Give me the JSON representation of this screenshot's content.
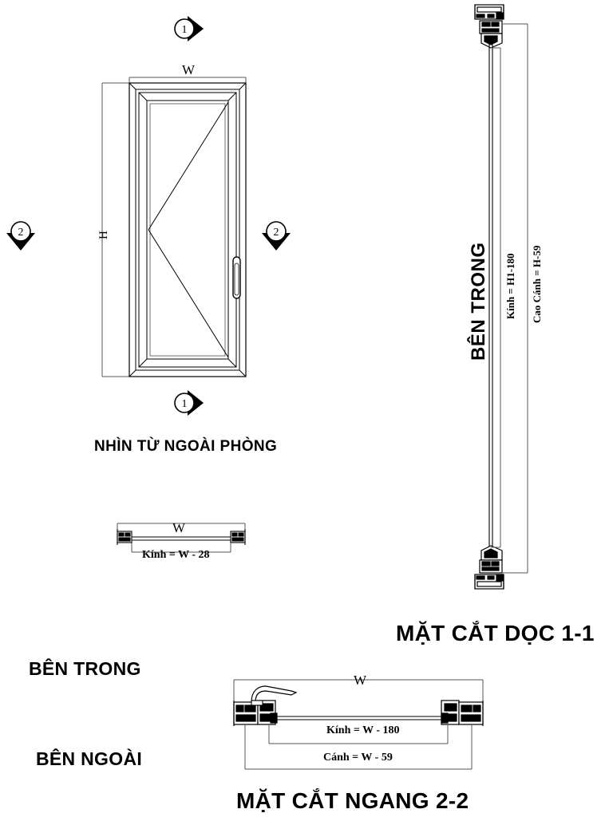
{
  "drawing": {
    "type": "aluminium-casement-window-shop-drawing",
    "line_color": "#000000",
    "background": "#ffffff"
  },
  "elevation": {
    "caption": "NHÌN TỪ NGOÀI PHÒNG",
    "width_label": "W",
    "height_label": "H",
    "handle": "vertical-pull-handle",
    "opening": "left-hinged-casement"
  },
  "markers": {
    "top": {
      "number": "1",
      "direction": "right"
    },
    "bottom": {
      "number": "1",
      "direction": "right"
    },
    "left": {
      "number": "2",
      "direction": "down"
    },
    "right": {
      "number": "2",
      "direction": "down"
    }
  },
  "detail_top": {
    "width_label": "W",
    "glass_label": "Kính = W - 28"
  },
  "section_vertical": {
    "title": "MẶT CẮT DỌC 1-1",
    "inside_label": "BÊN TRONG",
    "glass_label": "Kính = H1-180",
    "sash_label": "Cao Cánh = H-59"
  },
  "section_horizontal": {
    "title": "MẶT CẮT NGANG 2-2",
    "inside_label": "BÊN TRONG",
    "outside_label": "BÊN NGOÀI",
    "width_label": "W",
    "glass_label": "Kính = W - 180",
    "sash_label": "Cánh = W - 59",
    "handle": "lever-handle"
  }
}
